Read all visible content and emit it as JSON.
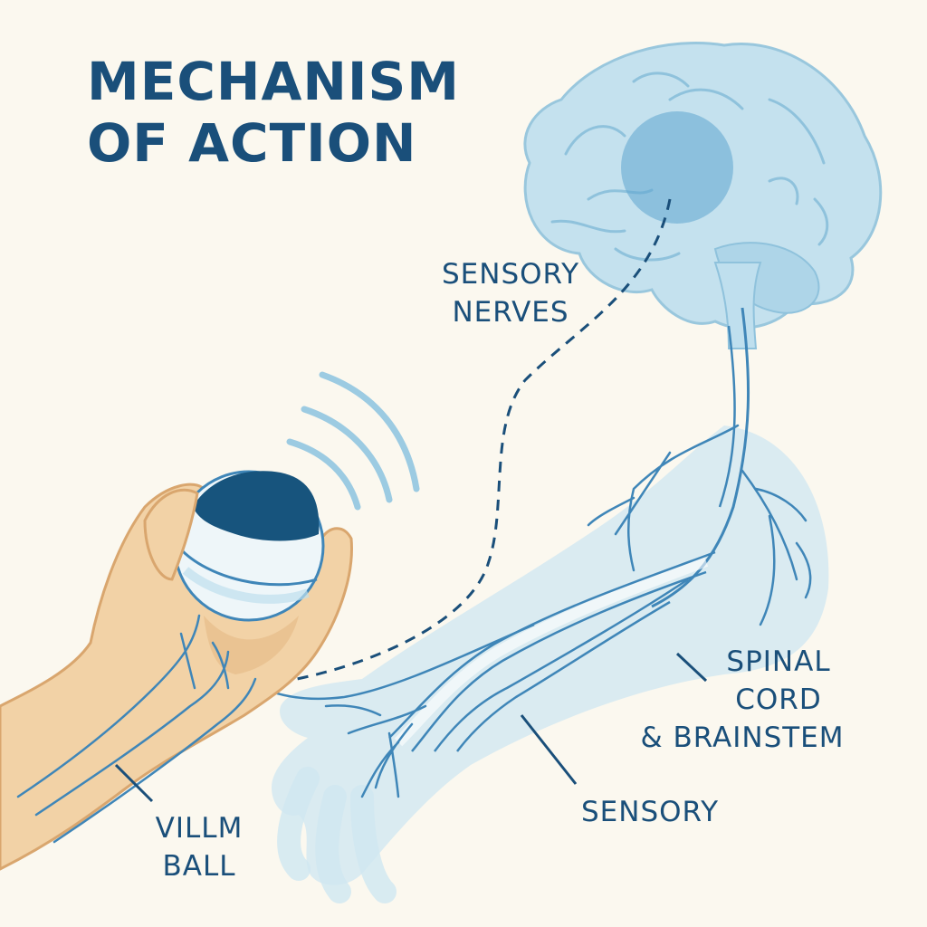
{
  "title": {
    "line1": "MECHANISM",
    "line2": "OF ACTION"
  },
  "labels": {
    "sensory_nerves": {
      "line1": "SENSORY",
      "line2": "NERVES"
    },
    "spinal_cord": {
      "line1": "SPINAL",
      "line2": "CORD",
      "line3": "& BRAINSTEM"
    },
    "sensory": "SENSORY",
    "villm_ball": {
      "line1": "VILLM",
      "line2": "BALL"
    }
  },
  "colors": {
    "background": "#fbf8ef",
    "title": "#1a4f7a",
    "nerve": "#3f86b8",
    "body_fill": "#cfe7f1",
    "brain_fill": "#bfdfee",
    "skin": "#f2d2a6",
    "ball_cap": "#17547d"
  }
}
